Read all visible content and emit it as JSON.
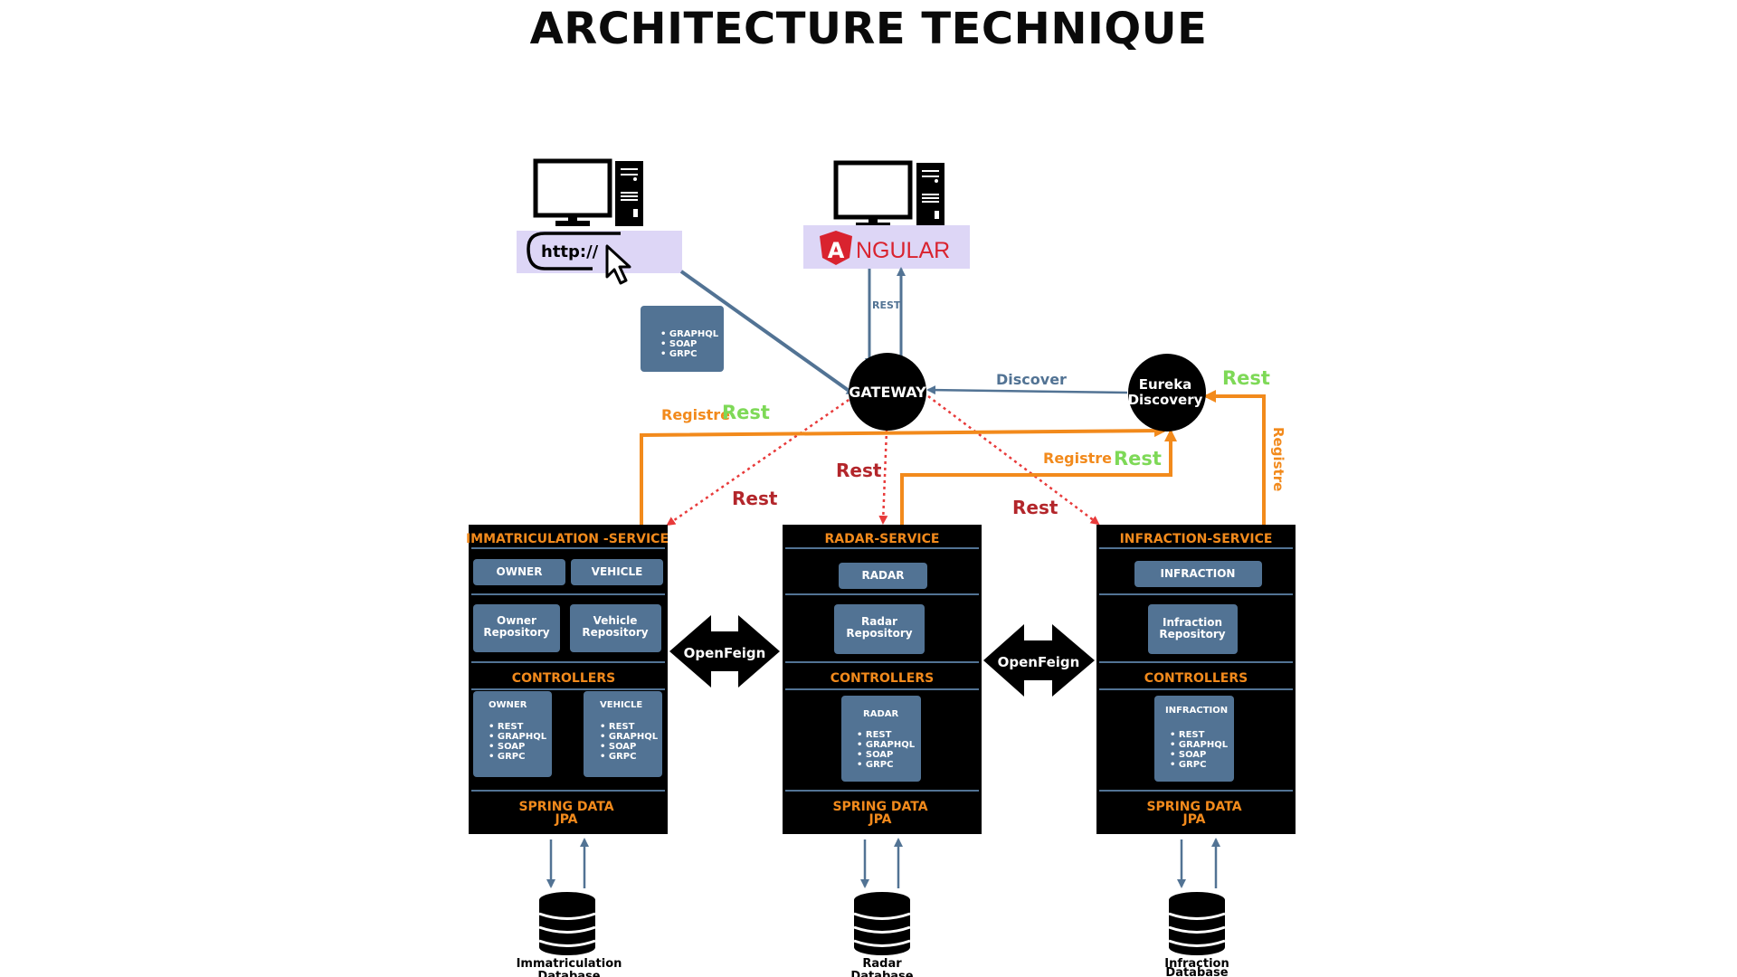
{
  "title": "ARCHITECTURE TECHNIQUE",
  "colors": {
    "orange": "#f28a1c",
    "green": "#7ed957",
    "red": "#b3262b",
    "steel": "#527394",
    "black": "#000000",
    "lavender": "#ddd6f6",
    "angular_red": "#d9232f"
  },
  "clients": {
    "browser_url": "http://",
    "angular_label": "NGULAR",
    "angular_logo_letter": "A"
  },
  "protocols_box": [
    "GRAPHQL",
    "SOAP",
    "GRPC"
  ],
  "gateway": {
    "label": "GATEWAY"
  },
  "eureka": {
    "line1": "Eureka",
    "line2": "Discovery"
  },
  "edges": {
    "angular_rest": "REST",
    "discover": "Discover",
    "rest_red": "Rest",
    "rest_green": "Rest",
    "registre": "Registre",
    "openfeign": "OpenFeign"
  },
  "services": [
    {
      "title": "IMMATRICULATION -SERVICE",
      "entities": [
        "OWNER",
        "VEHICLE"
      ],
      "repositories": [
        [
          "Owner",
          "Repository"
        ],
        [
          "Vehicle",
          "Repository"
        ]
      ],
      "controllers_label": "CONTROLLERS",
      "controllers": [
        {
          "name": "OWNER",
          "items": [
            "REST",
            "GRAPHQL",
            "SOAP",
            "GRPC"
          ]
        },
        {
          "name": "VEHICLE",
          "items": [
            "REST",
            "GRAPHQL",
            "SOAP",
            "GRPC"
          ]
        }
      ],
      "data_label": [
        "SPRING DATA",
        "JPA"
      ],
      "database": [
        "Immatriculation",
        "Database"
      ]
    },
    {
      "title": "RADAR-SERVICE",
      "entities": [
        "RADAR"
      ],
      "repositories": [
        [
          "Radar",
          "Repository"
        ]
      ],
      "controllers_label": "CONTROLLERS",
      "controllers": [
        {
          "name": "RADAR",
          "items": [
            "REST",
            "GRAPHQL",
            "SOAP",
            "GRPC"
          ]
        }
      ],
      "data_label": [
        "SPRING DATA",
        "JPA"
      ],
      "database": [
        "Radar",
        "Database"
      ]
    },
    {
      "title": "INFRACTION-SERVICE",
      "entities": [
        "INFRACTION"
      ],
      "repositories": [
        [
          "Infraction",
          "Repository"
        ]
      ],
      "controllers_label": "CONTROLLERS",
      "controllers": [
        {
          "name": "INFRACTION",
          "items": [
            "REST",
            "GRAPHQL",
            "SOAP",
            "GRPC"
          ]
        }
      ],
      "data_label": [
        "SPRING DATA",
        "JPA"
      ],
      "database": [
        "Infraction",
        "Database"
      ]
    }
  ]
}
